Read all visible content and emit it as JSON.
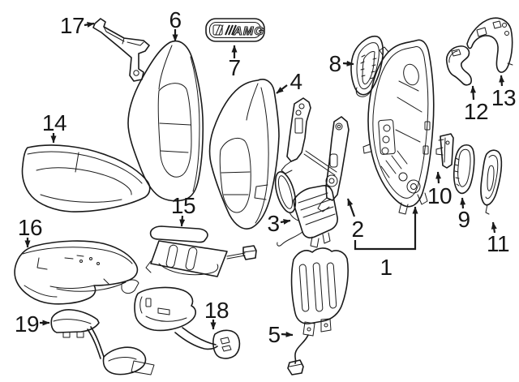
{
  "diagram": {
    "background_color": "#ffffff",
    "line_color": "#1a1a1a",
    "badge": {
      "text": "AMG",
      "mark": "triple-slash-emblem"
    },
    "callouts": [
      {
        "label": "1"
      },
      {
        "label": "2"
      },
      {
        "label": "3"
      },
      {
        "label": "4"
      },
      {
        "label": "5"
      },
      {
        "label": "6"
      },
      {
        "label": "7"
      },
      {
        "label": "8"
      },
      {
        "label": "9"
      },
      {
        "label": "10"
      },
      {
        "label": "11"
      },
      {
        "label": "12"
      },
      {
        "label": "13"
      },
      {
        "label": "14"
      },
      {
        "label": "15"
      },
      {
        "label": "16"
      },
      {
        "label": "17"
      },
      {
        "label": "18"
      },
      {
        "label": "19"
      }
    ]
  }
}
